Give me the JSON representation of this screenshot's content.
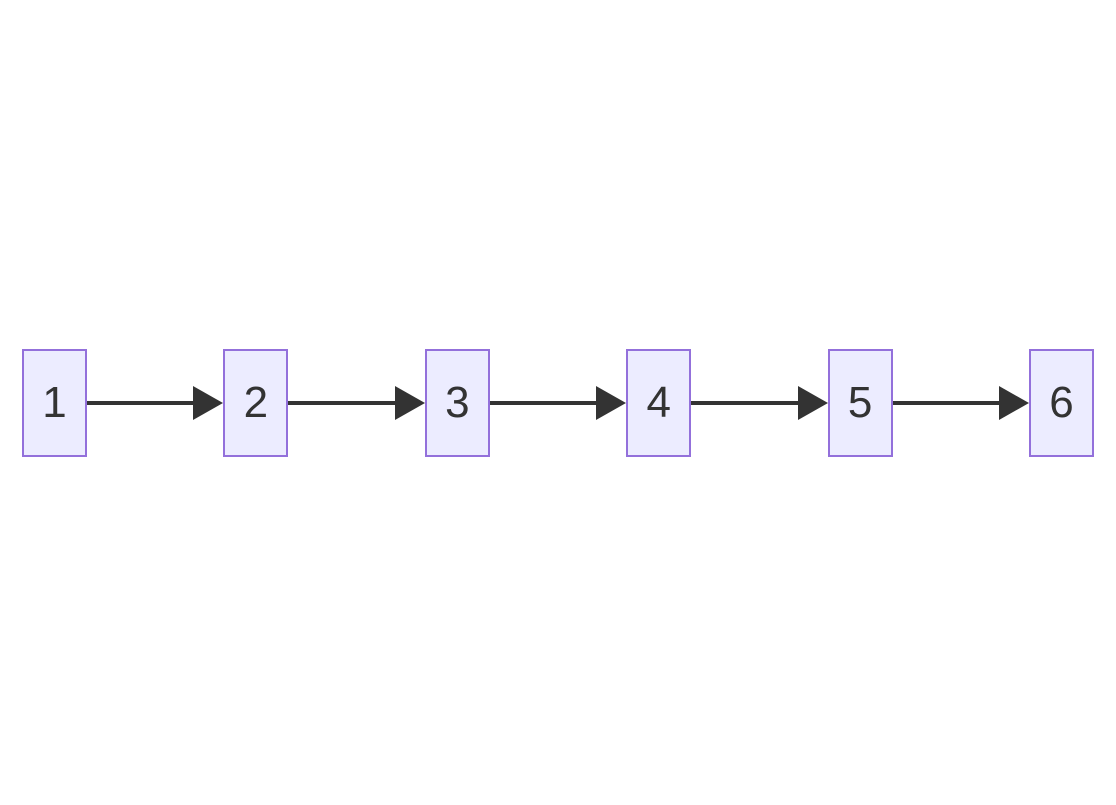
{
  "diagram": {
    "type": "flowchart",
    "direction": "left-to-right",
    "nodes": [
      {
        "id": "n1",
        "label": "1"
      },
      {
        "id": "n2",
        "label": "2"
      },
      {
        "id": "n3",
        "label": "3"
      },
      {
        "id": "n4",
        "label": "4"
      },
      {
        "id": "n5",
        "label": "5"
      },
      {
        "id": "n6",
        "label": "6"
      }
    ],
    "edges": [
      {
        "from": "n1",
        "to": "n2",
        "arrow": "triangle"
      },
      {
        "from": "n2",
        "to": "n3",
        "arrow": "triangle"
      },
      {
        "from": "n3",
        "to": "n4",
        "arrow": "triangle"
      },
      {
        "from": "n4",
        "to": "n5",
        "arrow": "triangle"
      },
      {
        "from": "n5",
        "to": "n6",
        "arrow": "triangle"
      }
    ],
    "colors": {
      "background": "#ffffff",
      "node_fill": "#ececff",
      "node_border": "#9370db",
      "node_text": "#333333",
      "edge": "#333333"
    }
  }
}
